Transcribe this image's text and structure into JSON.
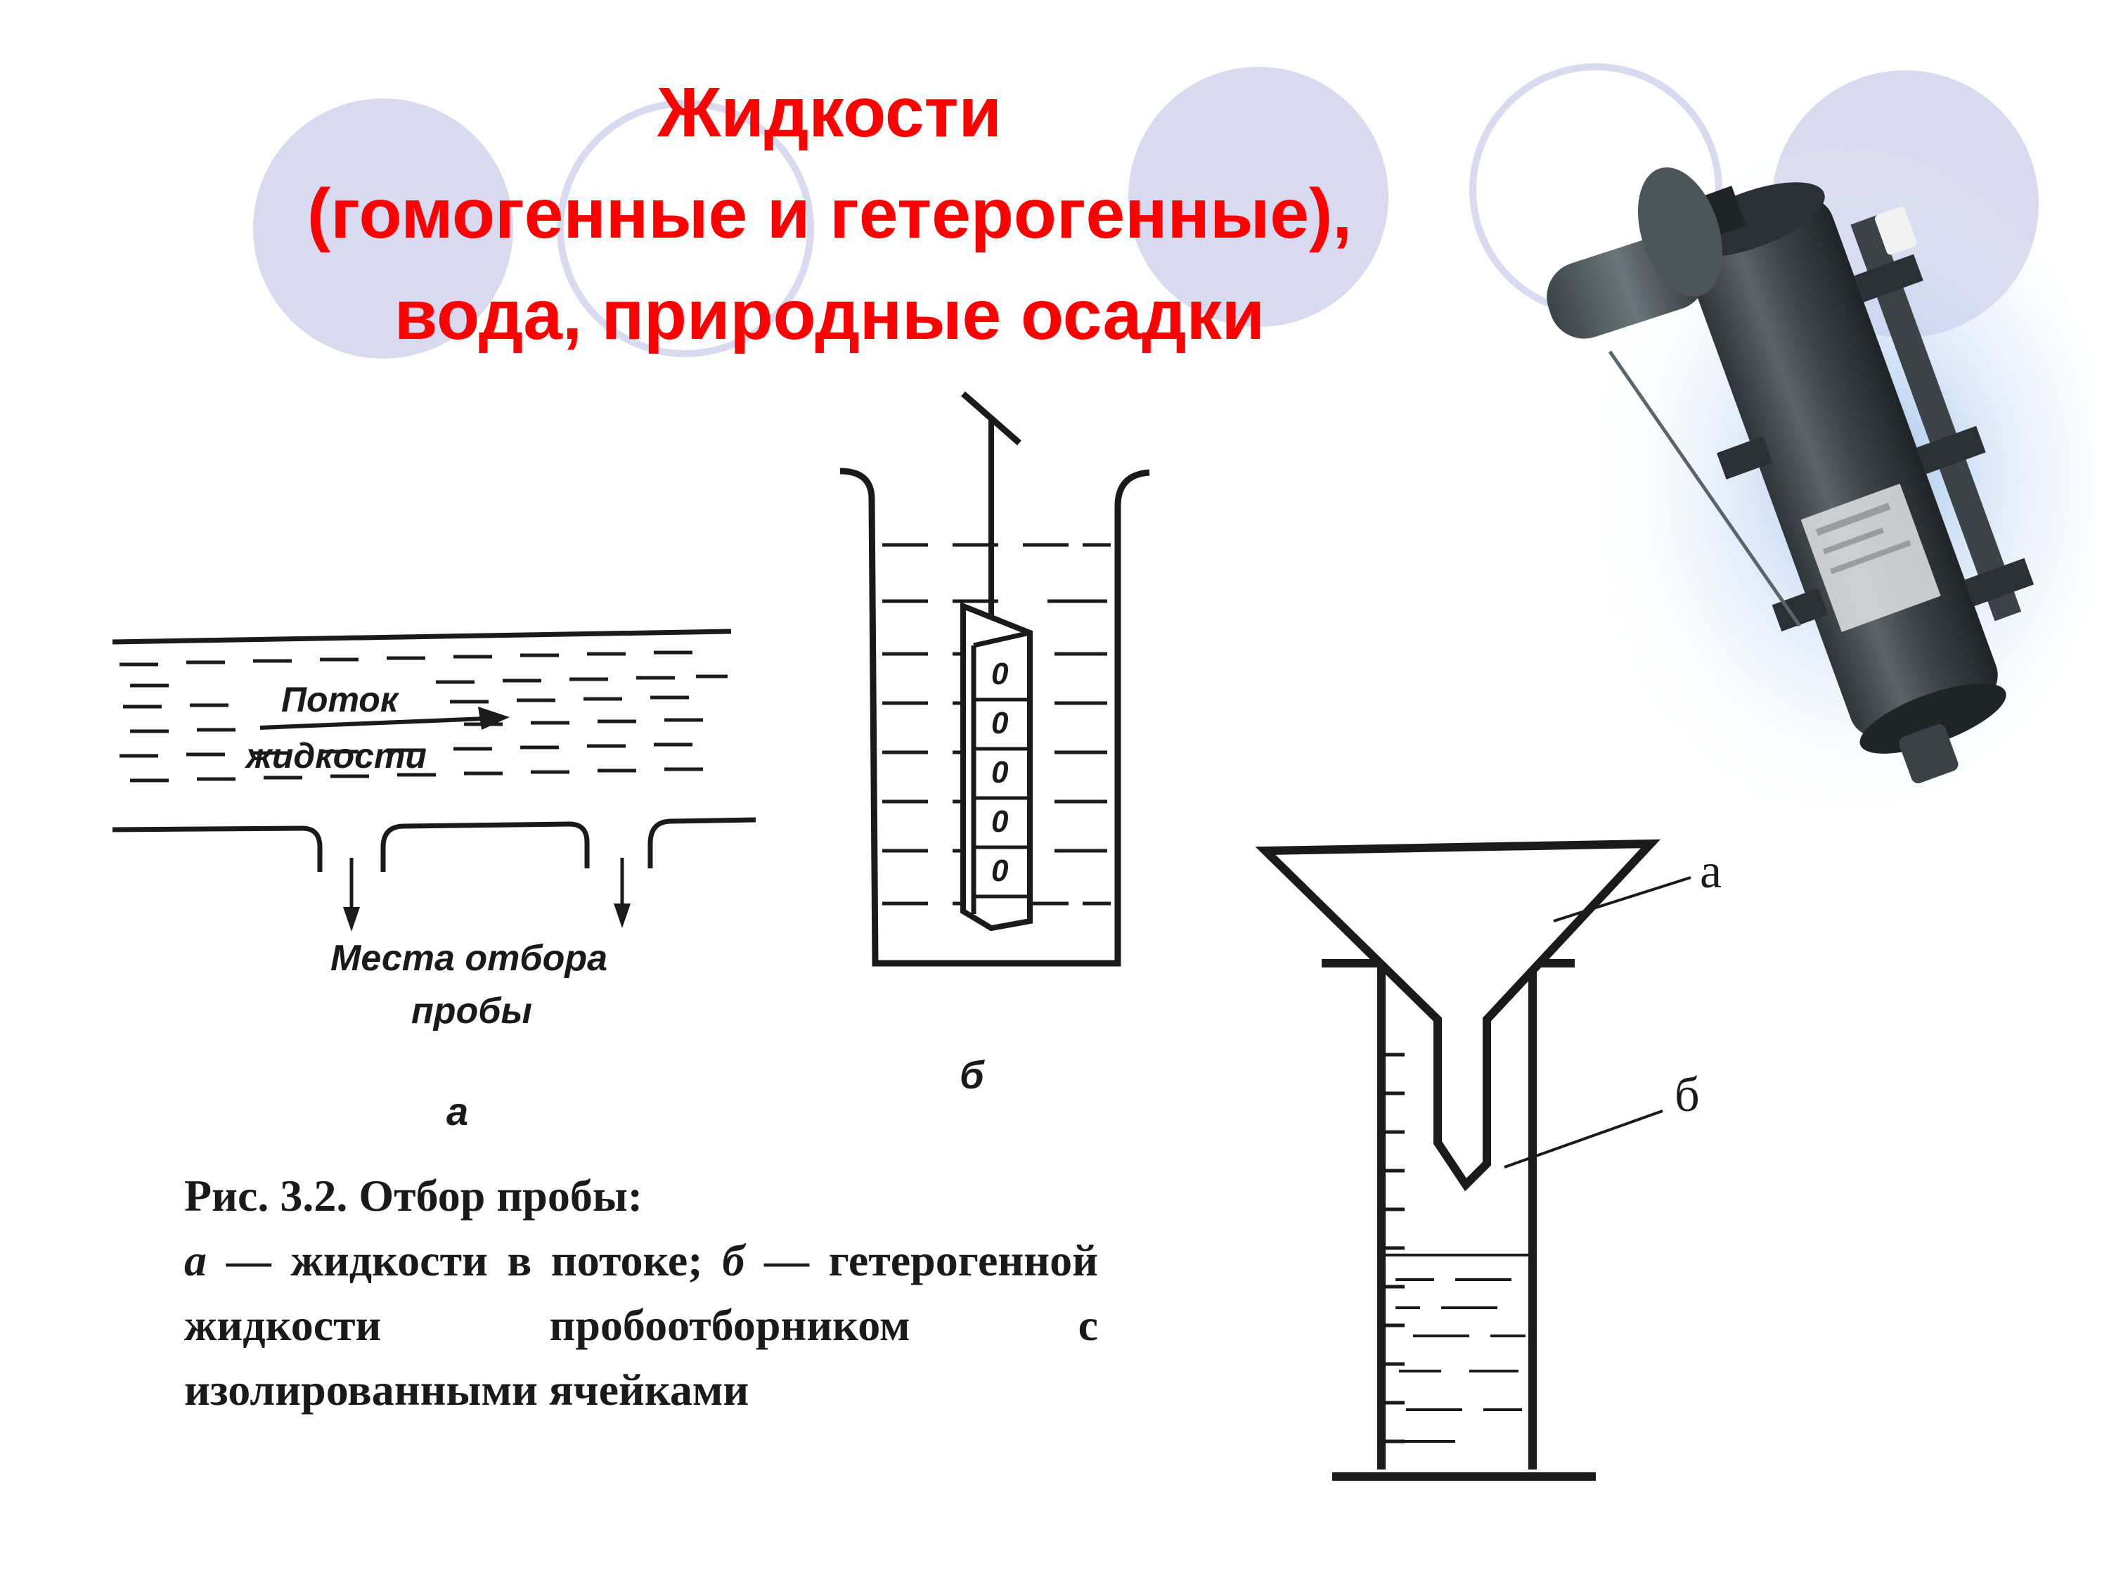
{
  "slide": {
    "title_lines": [
      "Жидкости",
      "(гомогенные и гетерогенные),",
      "вода, природные осадки"
    ],
    "colors": {
      "title": "#ff0000",
      "deco_circle_fill": "#d9d9ef",
      "deco_circle_stroke": "#d9d9ef"
    }
  },
  "figure_a": {
    "flow_label_line1": "Поток",
    "flow_label_line2": "жидкости",
    "sampling_label_line1": "Места отбора",
    "sampling_label_line2": "пробы",
    "letter": "а"
  },
  "figure_b": {
    "letter": "б",
    "cells": [
      "0",
      "0",
      "0",
      "0",
      "0"
    ]
  },
  "caption": {
    "title": "Рис. 3.2. Отбор пробы:",
    "letter_a": "а",
    "text_a": " — жидкости в потоке; ",
    "letter_b": "б",
    "text_b": " — гетерогенной жидкости пробоотборником с изолированными ячейками"
  },
  "funnel_figure": {
    "label_a": "а",
    "label_b": "б"
  },
  "photo": {
    "icon": "water-sampler-photo-icon"
  }
}
